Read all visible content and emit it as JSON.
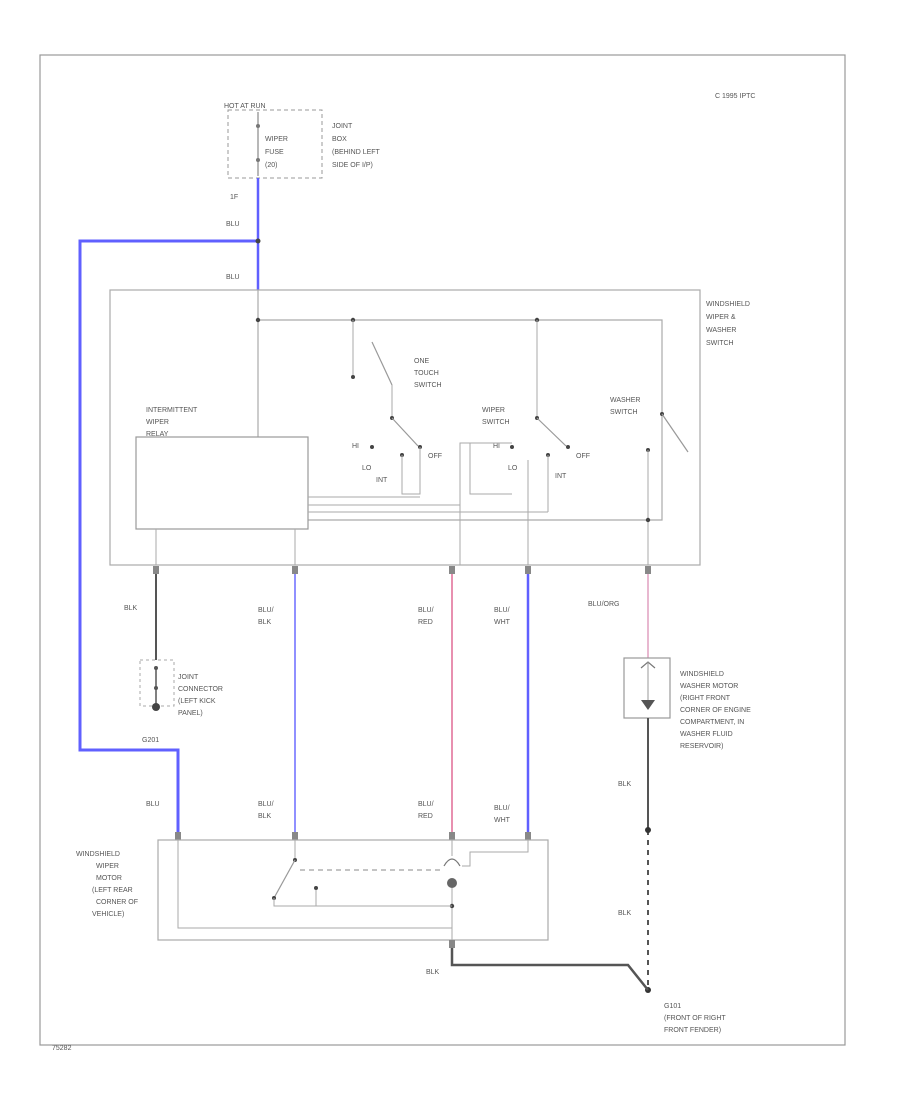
{
  "copyright": "C 1995 IPTC",
  "figure_id": "75282",
  "fuse": {
    "hot": "HOT AT RUN",
    "name": [
      "WIPER",
      "FUSE",
      "(20)"
    ],
    "box": [
      "JOINT",
      "BOX",
      "(BEHIND LEFT",
      "SIDE OF I/P)"
    ],
    "pin": "1F"
  },
  "wire_colors": {
    "blu": "#6060ff",
    "red": "#e890b0",
    "grn": "#e0a0c0",
    "blk": "#555555",
    "pale_blu": "#9090ff"
  },
  "wire_labels": {
    "feed_upper": "BLU",
    "feed_lower": "BLU",
    "blk_1": "BLK",
    "blu_blk_1": [
      "BLU/",
      "BLK"
    ],
    "blu_red_1": [
      "BLU/",
      "RED"
    ],
    "blu_wht_1": [
      "BLU/",
      "WHT"
    ],
    "blu_org": "BLU/ORG",
    "motor_blu": "BLU",
    "blu_blk_2": [
      "BLU/",
      "BLK"
    ],
    "blu_red_2": [
      "BLU/",
      "RED"
    ],
    "blu_wht_2": [
      "BLU/",
      "WHT"
    ],
    "blk_washer": "BLK",
    "blk_lower": "BLK",
    "blk_ground": "BLK",
    "splice": "G201"
  },
  "switch_assembly": {
    "name": [
      "WINDSHIELD",
      "WIPER &",
      "WASHER",
      "SWITCH"
    ],
    "relay": [
      "INTERMITTENT",
      "WIPER",
      "RELAY"
    ],
    "one_touch": [
      "ONE",
      "TOUCH",
      "SWITCH"
    ],
    "wiper_switch": [
      "WIPER",
      "SWITCH"
    ],
    "washer_switch": [
      "WASHER",
      "SWITCH"
    ],
    "pos_hi": "HI",
    "pos_lo": "LO",
    "pos_int": "INT",
    "pos_off": "OFF"
  },
  "joint_connector": [
    "JOINT",
    "CONNECTOR",
    "(LEFT KICK",
    "PANEL)"
  ],
  "washer_motor": [
    "WINDSHIELD",
    "WASHER MOTOR",
    "(RIGHT FRONT",
    "CORNER OF ENGINE",
    "COMPARTMENT, IN",
    "WASHER FLUID",
    "RESERVOIR)"
  ],
  "wiper_motor": [
    "WINDSHIELD",
    "WIPER",
    "MOTOR",
    "(LEFT REAR",
    "CORNER OF",
    "VEHICLE)"
  ],
  "ground": [
    "G101",
    "(FRONT OF RIGHT",
    "FRONT FENDER)"
  ]
}
